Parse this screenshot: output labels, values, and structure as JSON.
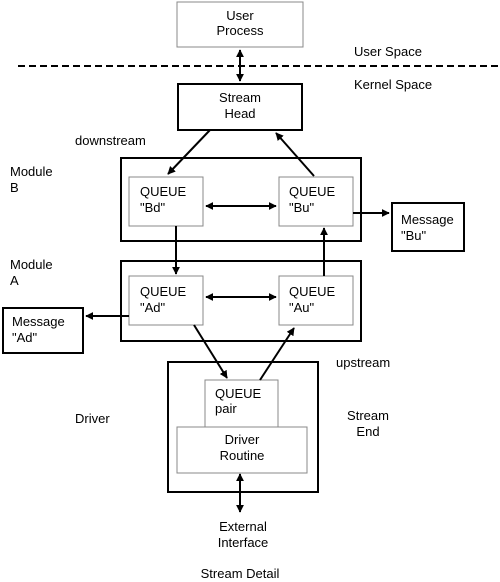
{
  "diagram": {
    "user_process": [
      "User",
      "Process"
    ],
    "user_space": "User Space",
    "kernel_space": "Kernel Space",
    "stream_head": [
      "Stream",
      "Head"
    ],
    "downstream": "downstream",
    "upstream": "upstream",
    "module_b": [
      "Module",
      "B"
    ],
    "module_a": [
      "Module",
      "A"
    ],
    "queue_bd": [
      "QUEUE",
      "\"Bd\""
    ],
    "queue_bu": [
      "QUEUE",
      "\"Bu\""
    ],
    "queue_ad": [
      "QUEUE",
      "\"Ad\""
    ],
    "queue_au": [
      "QUEUE",
      "\"Au\""
    ],
    "message_bu": [
      "Message",
      "\"Bu\""
    ],
    "message_ad": [
      "Message",
      "\"Ad\""
    ],
    "driver": "Driver",
    "queue_pair": [
      "QUEUE",
      "pair"
    ],
    "driver_routine": [
      "Driver",
      "Routine"
    ],
    "stream_end": [
      "Stream",
      "End"
    ],
    "external_interface": [
      "External",
      "Interface"
    ],
    "caption": "Stream Detail"
  }
}
